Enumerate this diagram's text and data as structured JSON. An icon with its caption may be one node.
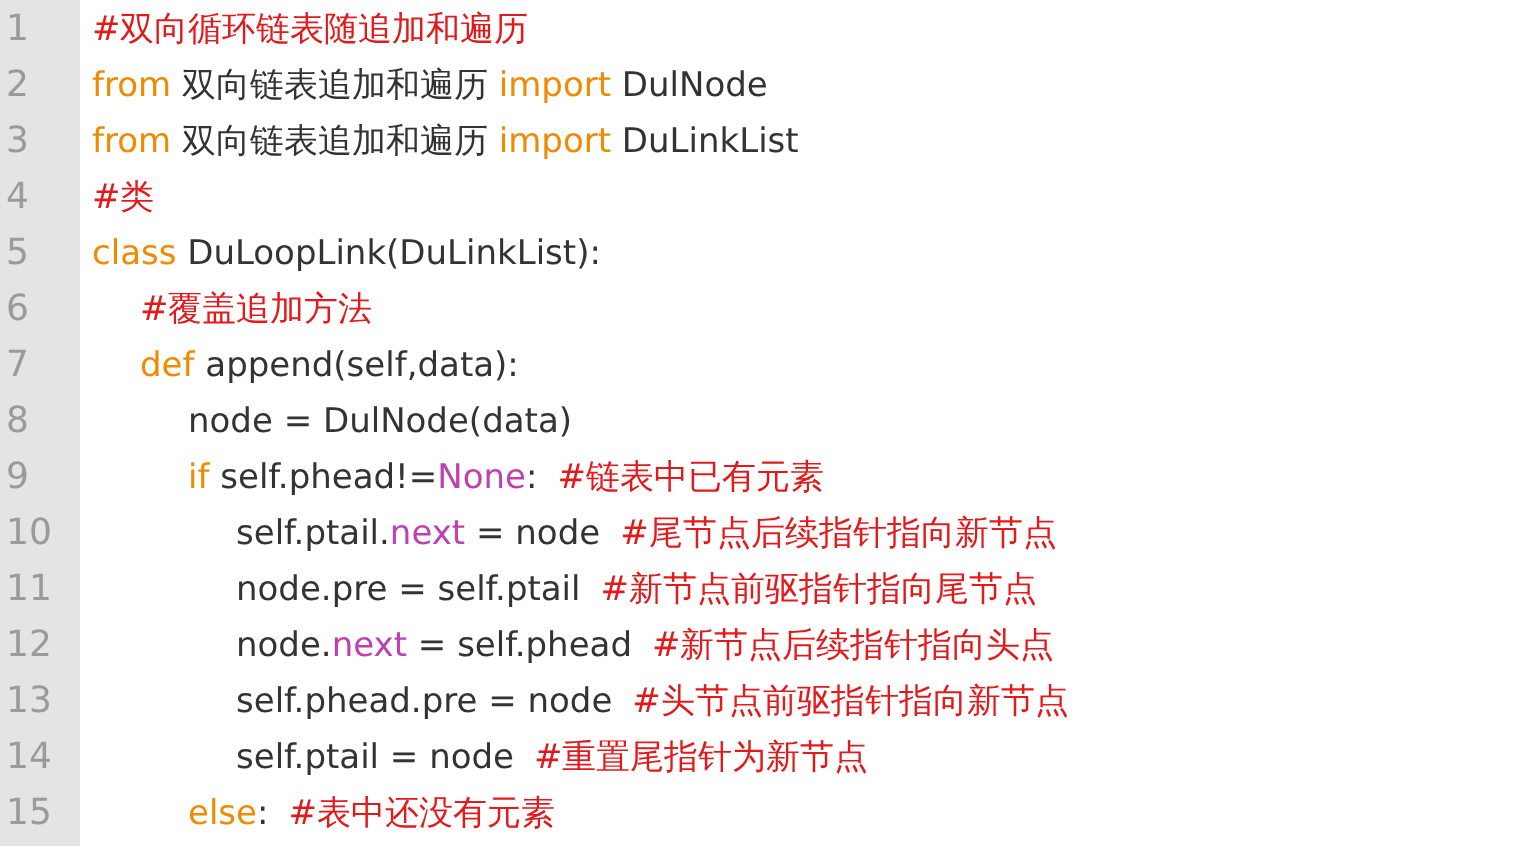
{
  "diagram": {
    "labels": [
      "1",
      "#双向循环链表随追加和遍历",
      "2",
      "from 双向链表追加和遍历 import DulNode",
      "3",
      "from 双向链表追加和遍历 import DuLinkList",
      "4",
      "#类",
      "5",
      "class DuLoopLink(DuLinkList):",
      "6",
      "#覆盖追加方法",
      "7",
      "def append(self,data):",
      "8",
      "node = DulNode(data)",
      "9",
      "if self.phead!=None:",
      "#链表中已有元素",
      "10",
      "self.ptail.next = node",
      "#尾节点后续指针指向新节点",
      "11",
      "node.pre = self.ptail",
      "#新节点前驱指针指向尾节点",
      "12",
      "node.next = self.phead",
      "#新节点后续指针指向头点",
      "13",
      "self.phead.pre = node",
      "#头节点前驱指针指向新节点",
      "14",
      "self.ptail = node",
      "#重置尾指针为新节点",
      "15",
      "else:",
      "#表中还没有元素"
    ]
  }
}
